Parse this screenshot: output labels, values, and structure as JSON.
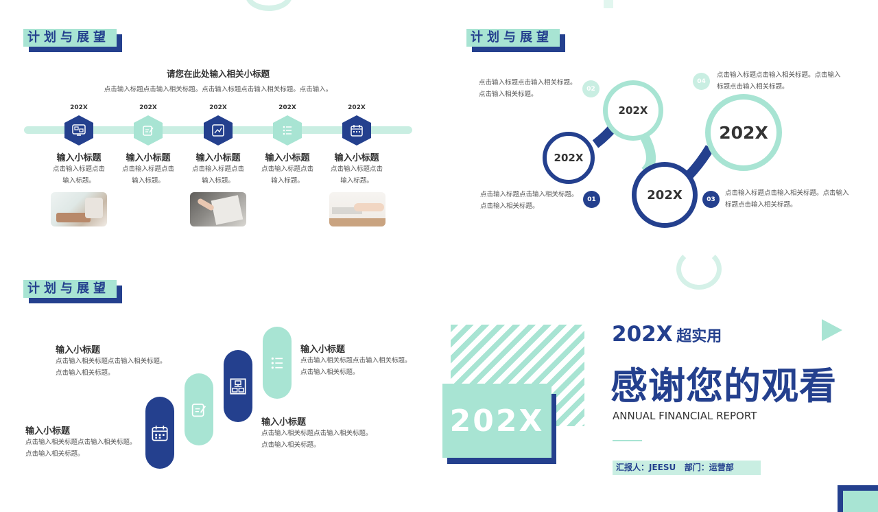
{
  "slide1": {
    "badge": "计划与展望",
    "subtitle": "请您在此处输入相关小标题",
    "subtitle_desc": "点击输入标题点击输入相关标题。点击输入标题点击输入相关标题。点击输入。",
    "steps": [
      {
        "year": "202X",
        "title": "输入小标题",
        "desc1": "点击输入标题点击",
        "desc2": "输入标题。"
      },
      {
        "year": "202X",
        "title": "输入小标题",
        "desc1": "点击输入标题点击",
        "desc2": "输入标题。"
      },
      {
        "year": "202X",
        "title": "输入小标题",
        "desc1": "点击输入标题点击",
        "desc2": "输入标题。"
      },
      {
        "year": "202X",
        "title": "输入小标题",
        "desc1": "点击输入标题点击",
        "desc2": "输入标题。"
      },
      {
        "year": "202X",
        "title": "输入小标题",
        "desc1": "点击输入标题点击",
        "desc2": "输入标题。"
      }
    ]
  },
  "slide2": {
    "badge": "计划与展望",
    "nodes": [
      "202X",
      "202X",
      "202X",
      "202X"
    ],
    "numbers": [
      "01",
      "02",
      "03",
      "04"
    ],
    "text_topleft1": "点击输入标题点击输入相关标题。",
    "text_topleft2": "点击输入相关标题。",
    "text_topright1": "点击输入标题点击输入相关标题。点击输入",
    "text_topright2": "标题点击输入相关标题。",
    "text_bottomleft1": "点击输入标题点击输入相关标题。",
    "text_bottomleft2": "点击输入相关标题。",
    "text_bottomright1": "点击输入标题点击输入相关标题。点击输入",
    "text_bottomright2": "标题点击输入相关标题。"
  },
  "slide3": {
    "badge": "计划与展望",
    "blocks": [
      {
        "title": "输入小标题",
        "line1": "点击输入相关标题点击输入相关标题。",
        "line2": "点击输入相关标题。"
      },
      {
        "title": "输入小标题",
        "line1": "点击输入相关标题点击输入相关标题。",
        "line2": "点击输入相关标题。"
      },
      {
        "title": "输入小标题",
        "line1": "点击输入相关标题点击输入相关标题。",
        "line2": "点击输入相关标题。"
      },
      {
        "title": "输入小标题",
        "line1": "点击输入相关标题点击输入相关标题。",
        "line2": "点击输入相关标题。"
      }
    ]
  },
  "slide4": {
    "year_big": "202X",
    "line1_year": "202X",
    "line1_rest": "超实用",
    "headline": "感谢您的观看",
    "english": "ANNUAL FINANCIAL REPORT",
    "reporter": "汇报人：JEESU   部门：运营部"
  },
  "colors": {
    "navy": "#24408e",
    "mint": "#a8e4d3"
  }
}
